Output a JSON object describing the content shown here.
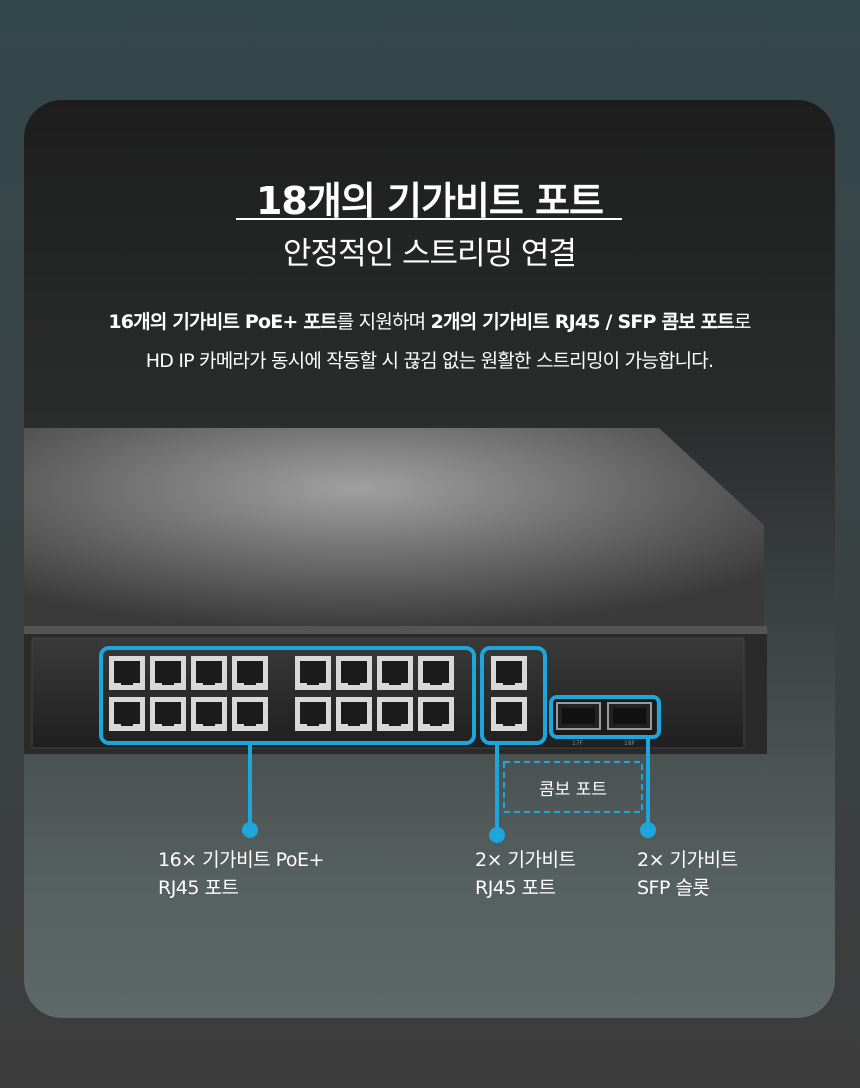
{
  "header": {
    "title": "18개의 기가비트 포트",
    "subtitle": "안정적인 스트리밍 연결"
  },
  "description": {
    "line1_b1": "16개의 기가비트 PoE+ 포트",
    "line1_t1": "를 지원하며 ",
    "line1_b2": "2개의 기가비트 RJ45 / SFP 콤보 포트",
    "line1_t2": "로",
    "line2": "HD IP 카메라가 동시에 작동할 시 끊김 없는 원활한 스트리밍이 가능합니다."
  },
  "callouts": {
    "combo": "콤보 포트",
    "poe_line1": "16× 기가비트 PoE+",
    "poe_line2": "RJ45 포트",
    "rj45_line1": "2× 기가비트",
    "rj45_line2": "RJ45 포트",
    "sfp_line1": "2× 기가비트",
    "sfp_line2": "SFP 슬롯"
  },
  "port_labels": {
    "sfp1": "17F",
    "sfp2": "18F"
  },
  "colors": {
    "accent": "#1ea5dc"
  }
}
